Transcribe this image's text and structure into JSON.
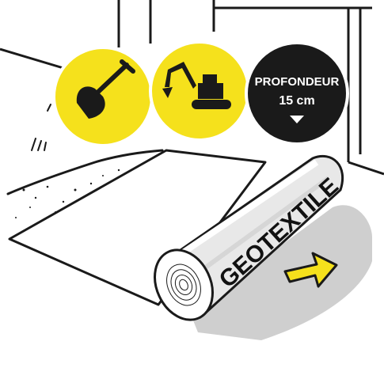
{
  "badges": {
    "depth_title": "PROFONDEUR",
    "depth_value": "15 cm",
    "shovel_icon": "shovel-icon",
    "excavator_icon": "excavator-icon",
    "arrow_icon": "down-triangle-icon"
  },
  "roll": {
    "label": "GEOTEXTILE"
  },
  "colors": {
    "accent_yellow": "#f5e11c",
    "badge_black": "#1a1a1a",
    "line": "#1a1a1a",
    "background": "#ffffff"
  }
}
